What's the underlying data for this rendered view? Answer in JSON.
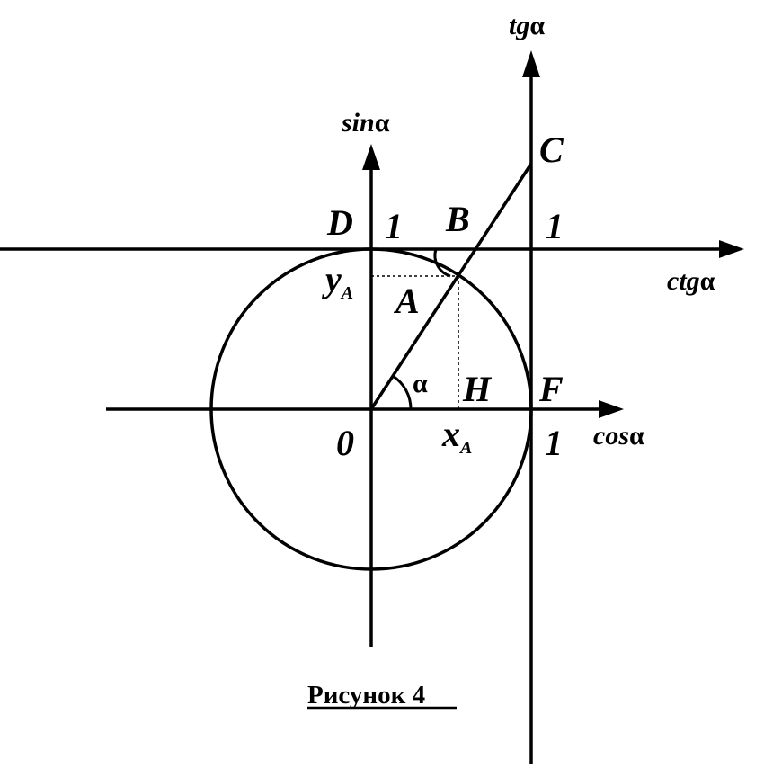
{
  "points": {
    "D": "D",
    "B": "B",
    "C": "C",
    "A": "A",
    "H": "H",
    "F": "F",
    "O": "0"
  },
  "ticks": {
    "sin_one": "1",
    "tg_one": "1",
    "cos_one": "1"
  },
  "coords": {
    "x_main": "x",
    "x_sub": "A",
    "y_main": "y",
    "y_sub": "A"
  },
  "angle": "α",
  "axes": {
    "sin": {
      "main": "sin",
      "greek": "α"
    },
    "tg": {
      "main": "tg",
      "greek": "α"
    },
    "ctg": {
      "main": "ctg",
      "greek": "α"
    },
    "cos": {
      "main": "cos",
      "greek": "α"
    }
  },
  "caption": "Рисунок 4",
  "colors": {
    "ink": "#000000",
    "background": "#ffffff"
  }
}
